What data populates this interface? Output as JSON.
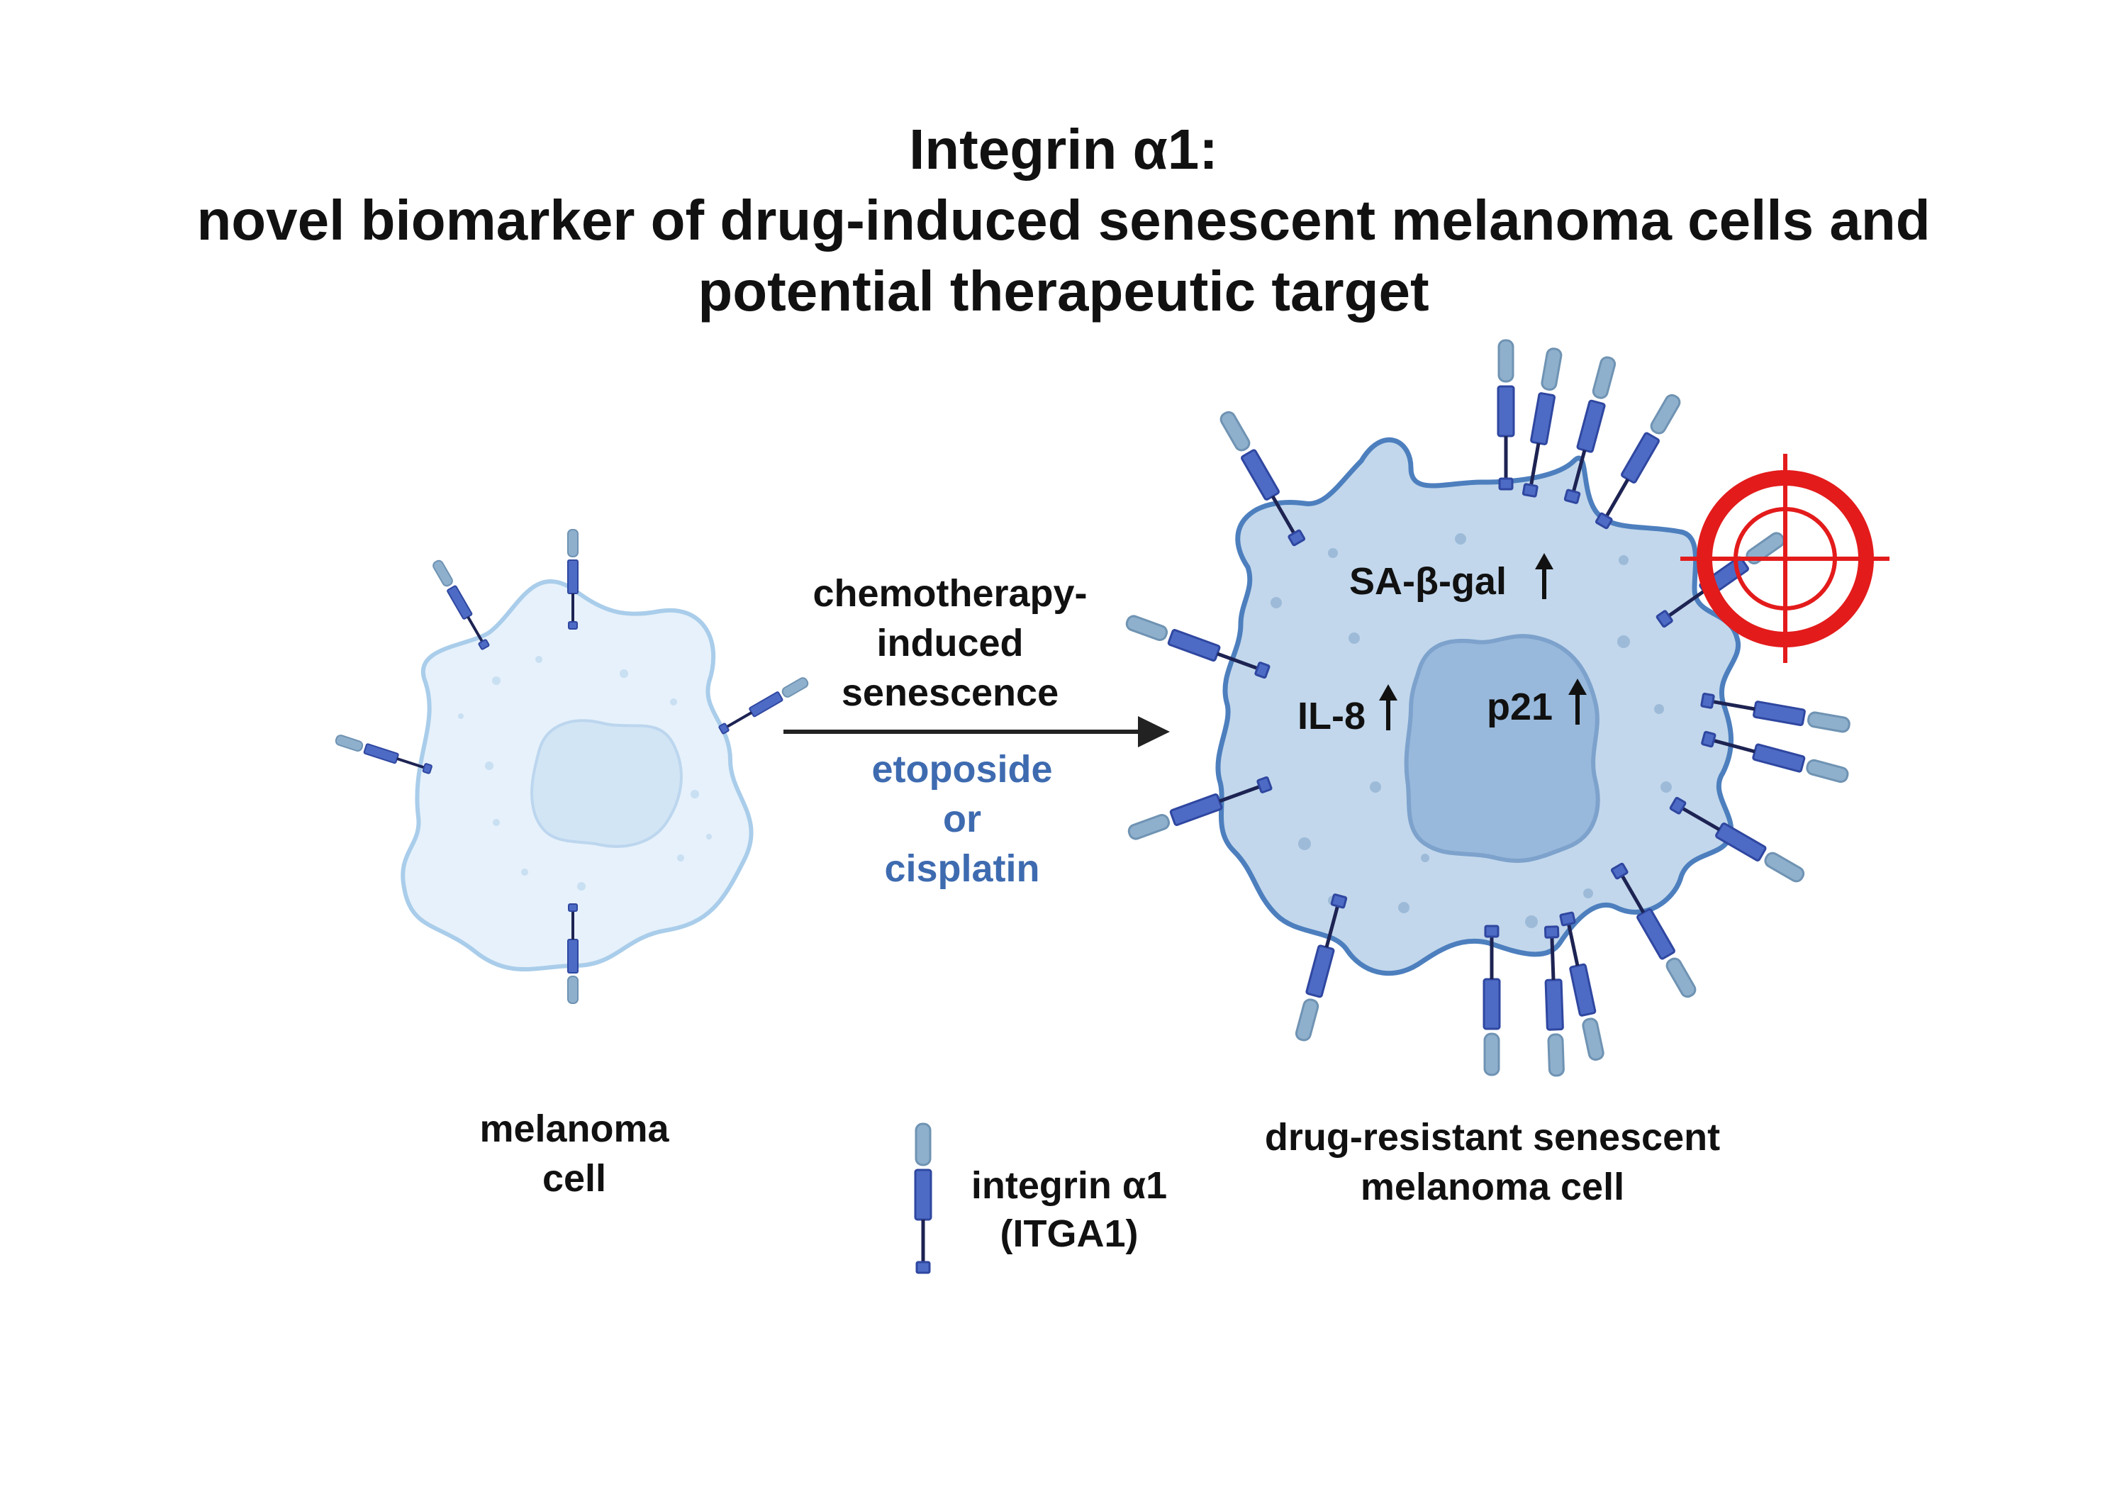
{
  "title": {
    "line1": "Integrin α1:",
    "line2": "novel biomarker of drug-induced senescent melanoma cells and",
    "line3": "potential therapeutic target"
  },
  "process": {
    "line1": "chemotherapy-",
    "line2": "induced",
    "line3": "senescence"
  },
  "drugs": {
    "line1": "etoposide",
    "line2": "or",
    "line3": "cisplatin"
  },
  "markers": {
    "sa_beta_gal": "SA-β-gal",
    "il8": "IL-8",
    "p21": "p21"
  },
  "labels": {
    "melanoma_line1": "melanoma",
    "melanoma_line2": "cell",
    "senescent_line1": "drug-resistant senescent",
    "senescent_line2": "melanoma cell",
    "legend_line1": "integrin α1",
    "legend_line2": "(ITGA1)"
  },
  "colors": {
    "normal_cell_fill": "#e6f1fb",
    "normal_cell_stroke": "#a9cdea",
    "senescent_cell_fill": "#c2d7ec",
    "senescent_cell_stroke": "#4d7fbe",
    "nucleus_fill": "#98b9dc",
    "integrin_head": "#8fb0cc",
    "integrin_body": "#4d6bc5",
    "integrin_stalk": "#1d2352",
    "target": "#e31b1b",
    "drug_text": "#3e6bb0"
  },
  "icons": [
    "integrin-icon",
    "arrow-right-icon",
    "arrow-up-icon",
    "crosshair-target-icon"
  ]
}
